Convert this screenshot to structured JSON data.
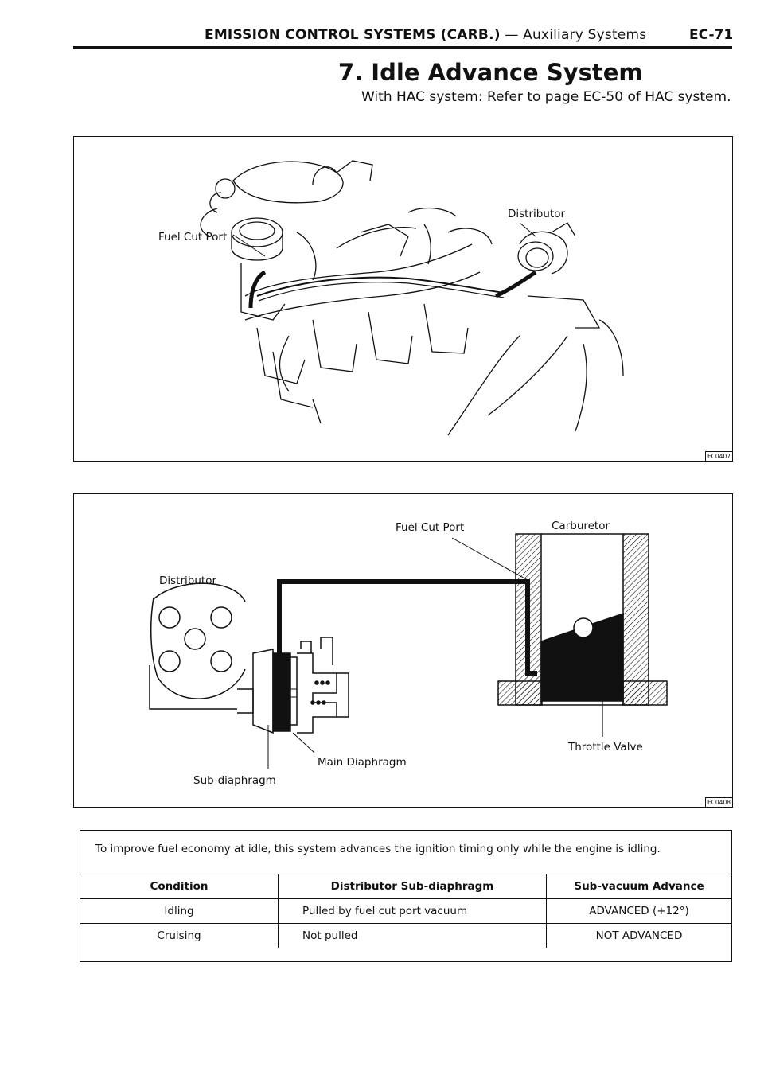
{
  "header": {
    "section_bold": "EMISSION CONTROL SYSTEMS (CARB.)",
    "section_rest": " — Auxiliary Systems",
    "page_number": "EC-71"
  },
  "section": {
    "title": "7. Idle Advance System",
    "subtitle": "With HAC system: Refer to page EC-50 of HAC system."
  },
  "figure1": {
    "code": "EC0407",
    "labels": {
      "fuel_cut_port": "Fuel Cut Port",
      "distributor": "Distributor"
    }
  },
  "figure2": {
    "code": "EC0408",
    "labels": {
      "fuel_cut_port": "Fuel Cut Port",
      "carburetor": "Carburetor",
      "distributor": "Distributor",
      "throttle_valve": "Throttle Valve",
      "main_diaphragm": "Main Diaphragm",
      "sub_diaphragm": "Sub-diaphragm"
    }
  },
  "info": {
    "description": "To improve fuel economy at idle, this system advances the ignition timing only while the engine is idling.",
    "table": {
      "headers": [
        "Condition",
        "Distributor Sub-diaphragm",
        "Sub-vacuum Advance"
      ],
      "rows": [
        [
          "Idling",
          "Pulled by fuel cut port vacuum",
          "ADVANCED (+12°)"
        ],
        [
          "Cruising",
          "Not pulled",
          "NOT ADVANCED"
        ]
      ]
    }
  }
}
